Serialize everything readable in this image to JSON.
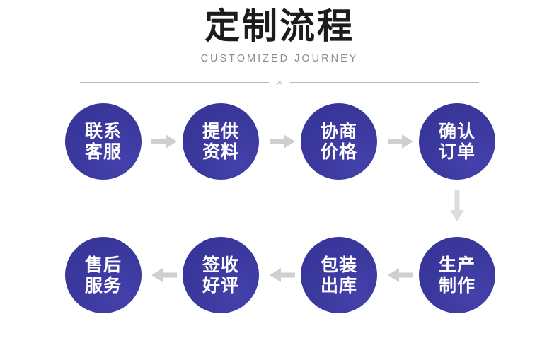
{
  "header": {
    "title": "定制流程",
    "subtitle": "CUSTOMIZED JOURNEY",
    "divider_symbol": "×"
  },
  "colors": {
    "node_fill": "#3b39a0",
    "node_text": "#ffffff",
    "arrow": "#cfcfcf",
    "arrow_down": "#dcdcdc",
    "title_text": "#1c1c1c",
    "subtitle_text": "#8d8d8d",
    "divider_line": "#b9b9b9",
    "background": "#ffffff"
  },
  "flow": {
    "steps": [
      {
        "index": 1,
        "line1": "联系",
        "line2": "客服",
        "row": "top"
      },
      {
        "index": 2,
        "line1": "提供",
        "line2": "资料",
        "row": "top"
      },
      {
        "index": 3,
        "line1": "协商",
        "line2": "价格",
        "row": "top"
      },
      {
        "index": 4,
        "line1": "确认",
        "line2": "订单",
        "row": "top"
      },
      {
        "index": 5,
        "line1": "生产",
        "line2": "制作",
        "row": "bottom"
      },
      {
        "index": 6,
        "line1": "包装",
        "line2": "出库",
        "row": "bottom"
      },
      {
        "index": 7,
        "line1": "签收",
        "line2": "好评",
        "row": "bottom"
      },
      {
        "index": 8,
        "line1": "售后",
        "line2": "服务",
        "row": "bottom"
      }
    ],
    "connectors": [
      {
        "id": "c1",
        "direction": "right",
        "icon": "arrow-right-icon"
      },
      {
        "id": "c2",
        "direction": "right",
        "icon": "arrow-right-icon"
      },
      {
        "id": "c3",
        "direction": "right",
        "icon": "arrow-right-icon"
      },
      {
        "id": "c4",
        "direction": "down",
        "icon": "arrow-down-icon"
      },
      {
        "id": "c5",
        "direction": "left",
        "icon": "arrow-left-icon"
      },
      {
        "id": "c6",
        "direction": "left",
        "icon": "arrow-left-icon"
      },
      {
        "id": "c7",
        "direction": "left",
        "icon": "arrow-left-icon"
      }
    ]
  }
}
